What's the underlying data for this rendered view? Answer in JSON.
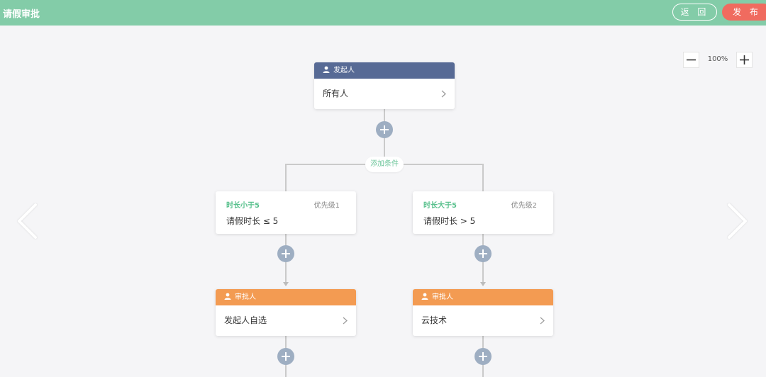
{
  "header": {
    "title": "请假审批",
    "back_label": "返 回",
    "publish_label": "发 布"
  },
  "zoom": {
    "level": "100%"
  },
  "colors": {
    "header_bg": "#83cca8",
    "publish_bg": "#f06b5f",
    "start_node": "#576a95",
    "approver_node": "#f39b52",
    "condition_title": "#5ac18e",
    "add_button": "#9eaec2"
  },
  "flow": {
    "start": {
      "header": "发起人",
      "body": "所有人",
      "icon": "user-icon"
    },
    "add_condition_label": "添加条件",
    "branches": [
      {
        "condition": {
          "title": "时长小于5",
          "priority": "优先级1",
          "expression": "请假时长 ≤ 5"
        },
        "approver": {
          "header": "审批人",
          "body": "发起人自选",
          "icon": "user-icon"
        }
      },
      {
        "condition": {
          "title": "时长大于5",
          "priority": "优先级2",
          "expression": "请假时长 > 5"
        },
        "approver": {
          "header": "审批人",
          "body": "云技术",
          "icon": "user-icon"
        }
      }
    ]
  },
  "icons": {
    "add": "plus-circle-icon",
    "chevron": "chevron-right-icon",
    "nav_prev": "chevron-left-icon",
    "nav_next": "chevron-right-icon"
  }
}
